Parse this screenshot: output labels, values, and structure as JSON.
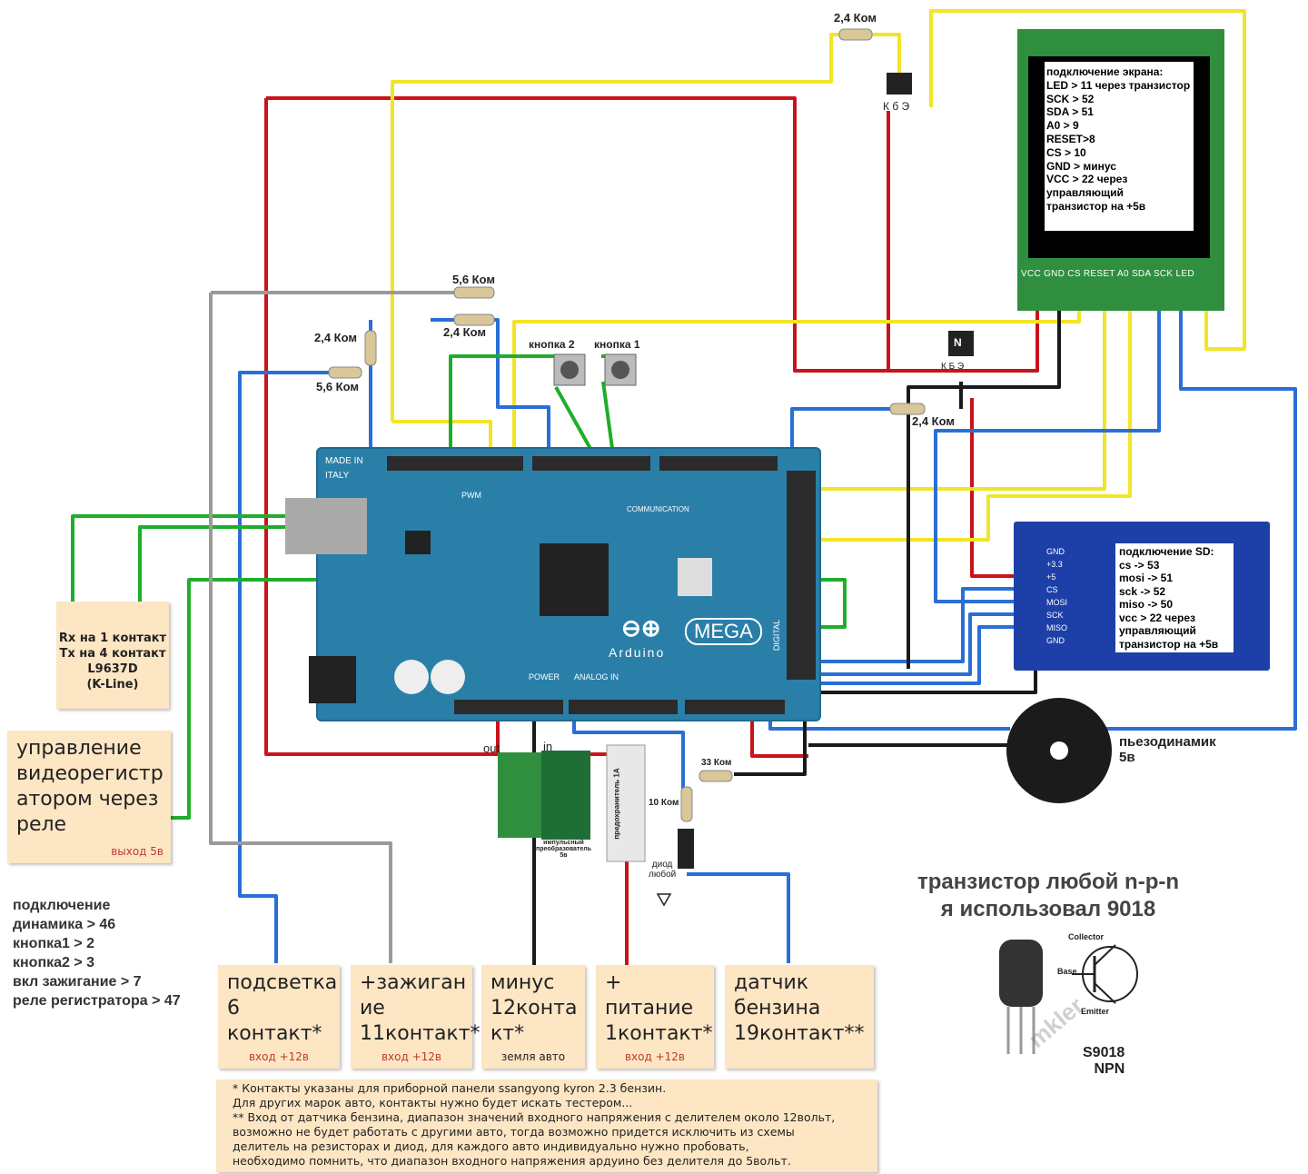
{
  "resistors": {
    "r1": "2,4 Ком",
    "r2": "5,6 Ком",
    "r3": "2,4 Ком",
    "r4": "2,4 Ком",
    "r5": "5,6 Ком",
    "r6": "2,4 Ком",
    "r7": "33 Ком",
    "r8": "10 Ком"
  },
  "buttons": {
    "b2": "кнопка 2",
    "b1": "кнопка 1"
  },
  "transistor_top": {
    "pins": "К б Э"
  },
  "transistor_mid": {
    "pins": "К Б Э",
    "mark": "N"
  },
  "lcd": {
    "text": "подключение экрана:\nLED > 11 через транзистор\nSCK > 52\nSDA > 51\nA0  > 9\nRESET>8\nCS  > 10\nGND > минус\nVCC > 22 через\n      управляющий\n      транзистор на +5в",
    "pins": "VCC GND CS RESET A0   SDA SCK LED"
  },
  "sd": {
    "text": "подключение SD:\ncs -> 53\nmosi -> 51\nsck -> 52\nmiso -> 50\nvcc > 22 через\nуправляющий\nтранзистор на +5в",
    "pins": [
      "GND",
      "+3.3",
      "+5",
      "CS",
      "MOSI",
      "SCK",
      "MISO",
      "GND"
    ]
  },
  "board": {
    "made_in": "MADE IN\nITALY",
    "logo": "MEGA",
    "brand": "Arduino",
    "power": "POWER",
    "analog": "ANALOG IN",
    "digital": "DIGITAL",
    "pwm": "PWM",
    "comm": "COMMUNICATION"
  },
  "converter": {
    "out": "out",
    "in": "in",
    "caption": "импульсный\nпреобразователь\n5в"
  },
  "fuse": "предохранитель 1А",
  "diode": "диод\nлюбой",
  "kline": {
    "text": "Rx на 1 контакт\nTx на 4 контакт\nL9637D\n(K-Line)"
  },
  "video": {
    "text": "управление\nвидеорегистр\nатором через\nреле",
    "sub": "выход 5в"
  },
  "speaker_label": "пьезодинамик\n5в",
  "connections": "подключение\nдинамика > 46\nкнопка1 > 2\nкнопка2 > 3\nвкл зажигание > 7\nреле регистратора > 47",
  "transistor_note": "транзистор любой n-p-n\nя использовал 9018",
  "transistor_pic": {
    "collector": "Collector",
    "base": "Base",
    "emitter": "Emitter",
    "model": "S9018\nNPN",
    "watermark": "mkler"
  },
  "notes": [
    {
      "text": "подсветка\n6 контакт*",
      "sub": "вход +12в"
    },
    {
      "text": "+зажиган\nие\n11контакт*",
      "sub": "вход +12в"
    },
    {
      "text": "минус\n12конта\nкт*",
      "sub": "земля авто"
    },
    {
      "text": "+ питание\n1контакт*",
      "sub": "вход +12в"
    },
    {
      "text": "датчик\nбензина\n19контакт**",
      "sub": ""
    }
  ],
  "footnote": "* Контакты указаны для приборной панели ssangyong kyron 2.3 бензин.\nДля других марок авто, контакты нужно будет искать тестером...\n** Вход от датчика бензина, диапазон значений входного напряжения с делителем около 12вольт,\nвозможно не будет работать с другими авто, тогда возможно придется исключить из схемы\nделитель на резисторах и диод, для каждого авто индивидуально нужно пробовать,\nнеобходимо помнить, что диапазон входного напряжения ардуино без делителя до 5вольт.",
  "colors": {
    "red": "#d32020",
    "yellow": "#f2e428",
    "blue": "#2a6fd6",
    "green": "#1fae2a",
    "black": "#1a1a1a",
    "gray": "#9a9a9a",
    "note": "#fde6c4"
  }
}
